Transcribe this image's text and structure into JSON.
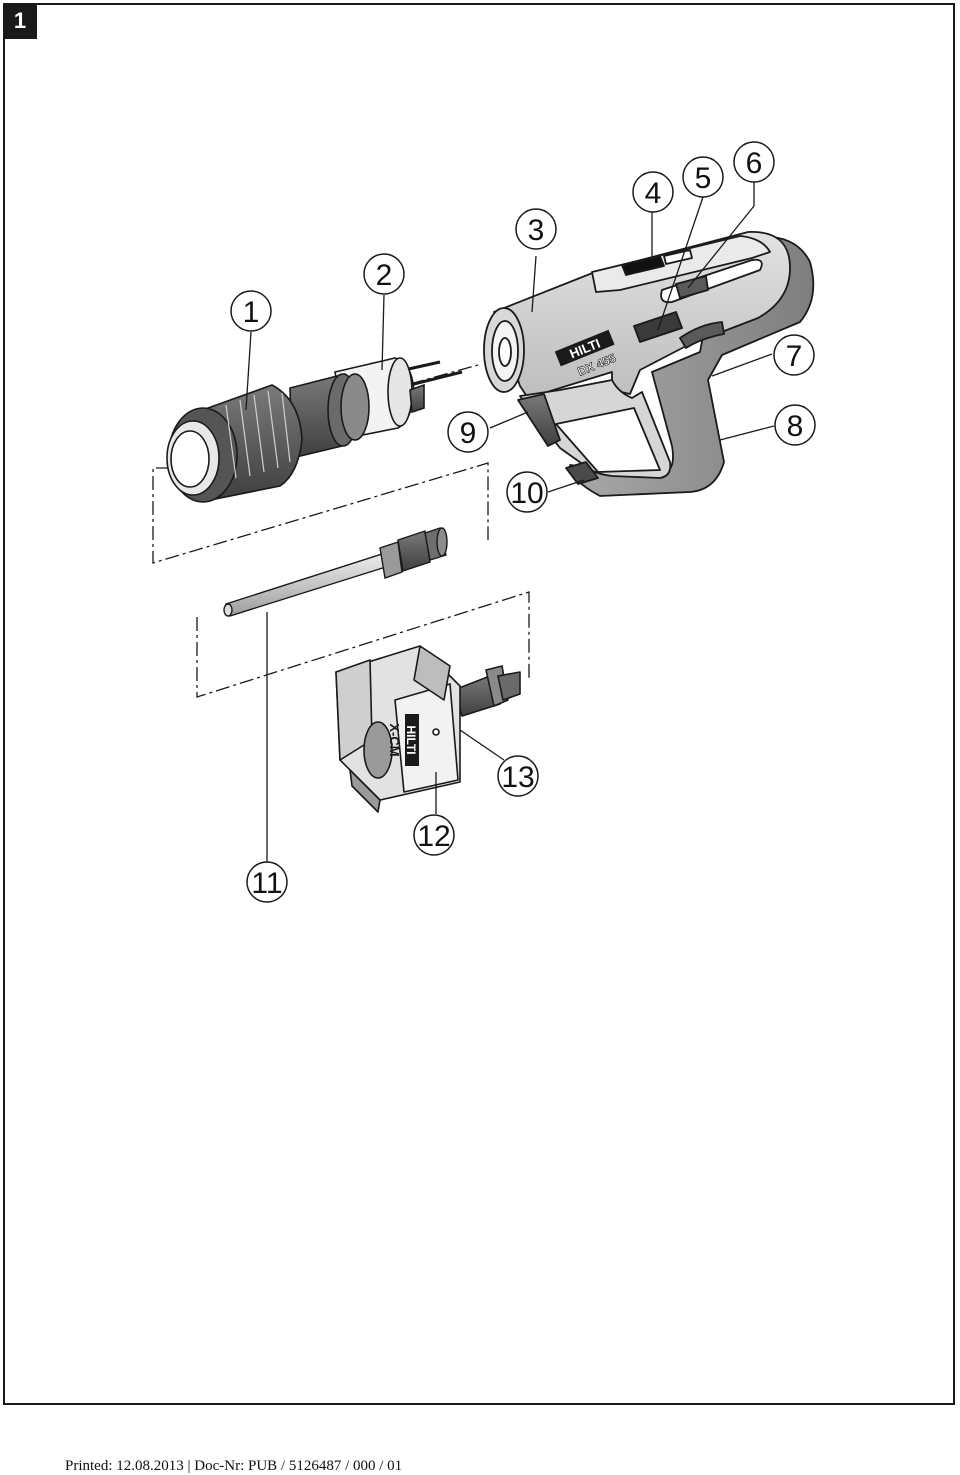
{
  "figure": {
    "number": "1"
  },
  "device": {
    "brand": "HILTI",
    "model": "DX 455"
  },
  "fastening_guide": {
    "brand": "HILTI",
    "model": "X-CM"
  },
  "callouts": [
    "1",
    "2",
    "3",
    "4",
    "5",
    "6",
    "7",
    "8",
    "9",
    "10",
    "11",
    "12",
    "13"
  ],
  "footer": {
    "text": "Printed: 12.08.2013 | Doc-Nr: PUB / 5126487 / 000 / 01"
  },
  "colors": {
    "line": "#1a1a1a",
    "housing": "#cfcfcf",
    "grip": "#9a9a9a",
    "dark_part": "#5a5a5a"
  }
}
